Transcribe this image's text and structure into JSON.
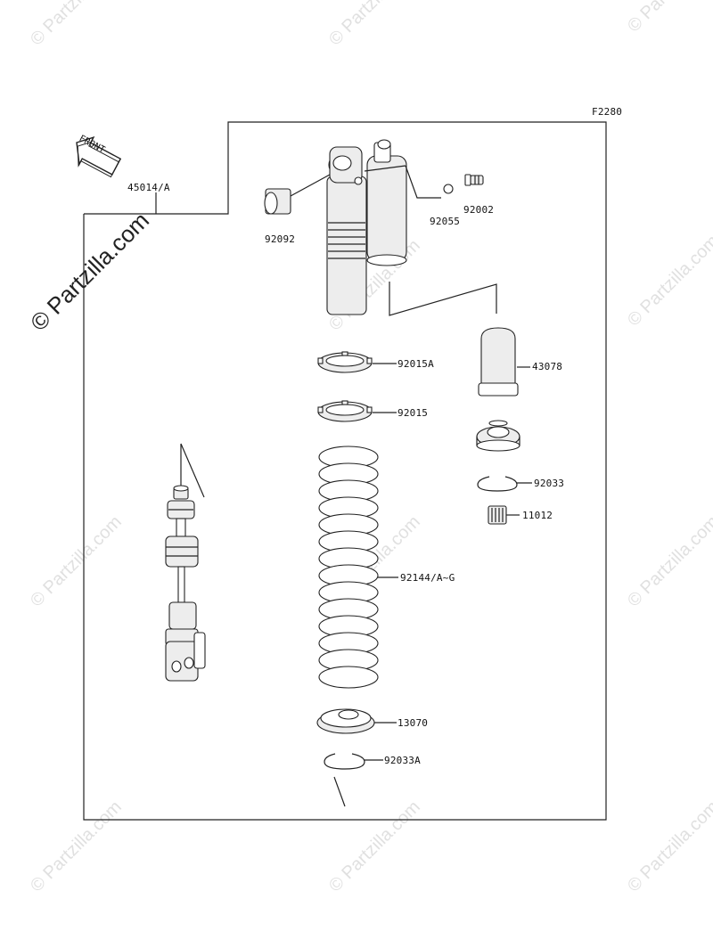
{
  "diagram": {
    "figure_code": "F2280",
    "front_badge": "FRONT",
    "watermark": "© Partzilla.com",
    "colors": {
      "line": "#222222",
      "watermark": "#c8c8c8"
    },
    "parts": {
      "p45014": "45014/A",
      "p92092": "92092",
      "p92055": "92055",
      "p92002": "92002",
      "p92015A": "92015A",
      "p43078": "43078",
      "p92015": "92015",
      "p92033": "92033",
      "p11012": "11012",
      "p92144": "92144/A~G",
      "p13070": "13070",
      "p92033A": "92033A"
    }
  }
}
